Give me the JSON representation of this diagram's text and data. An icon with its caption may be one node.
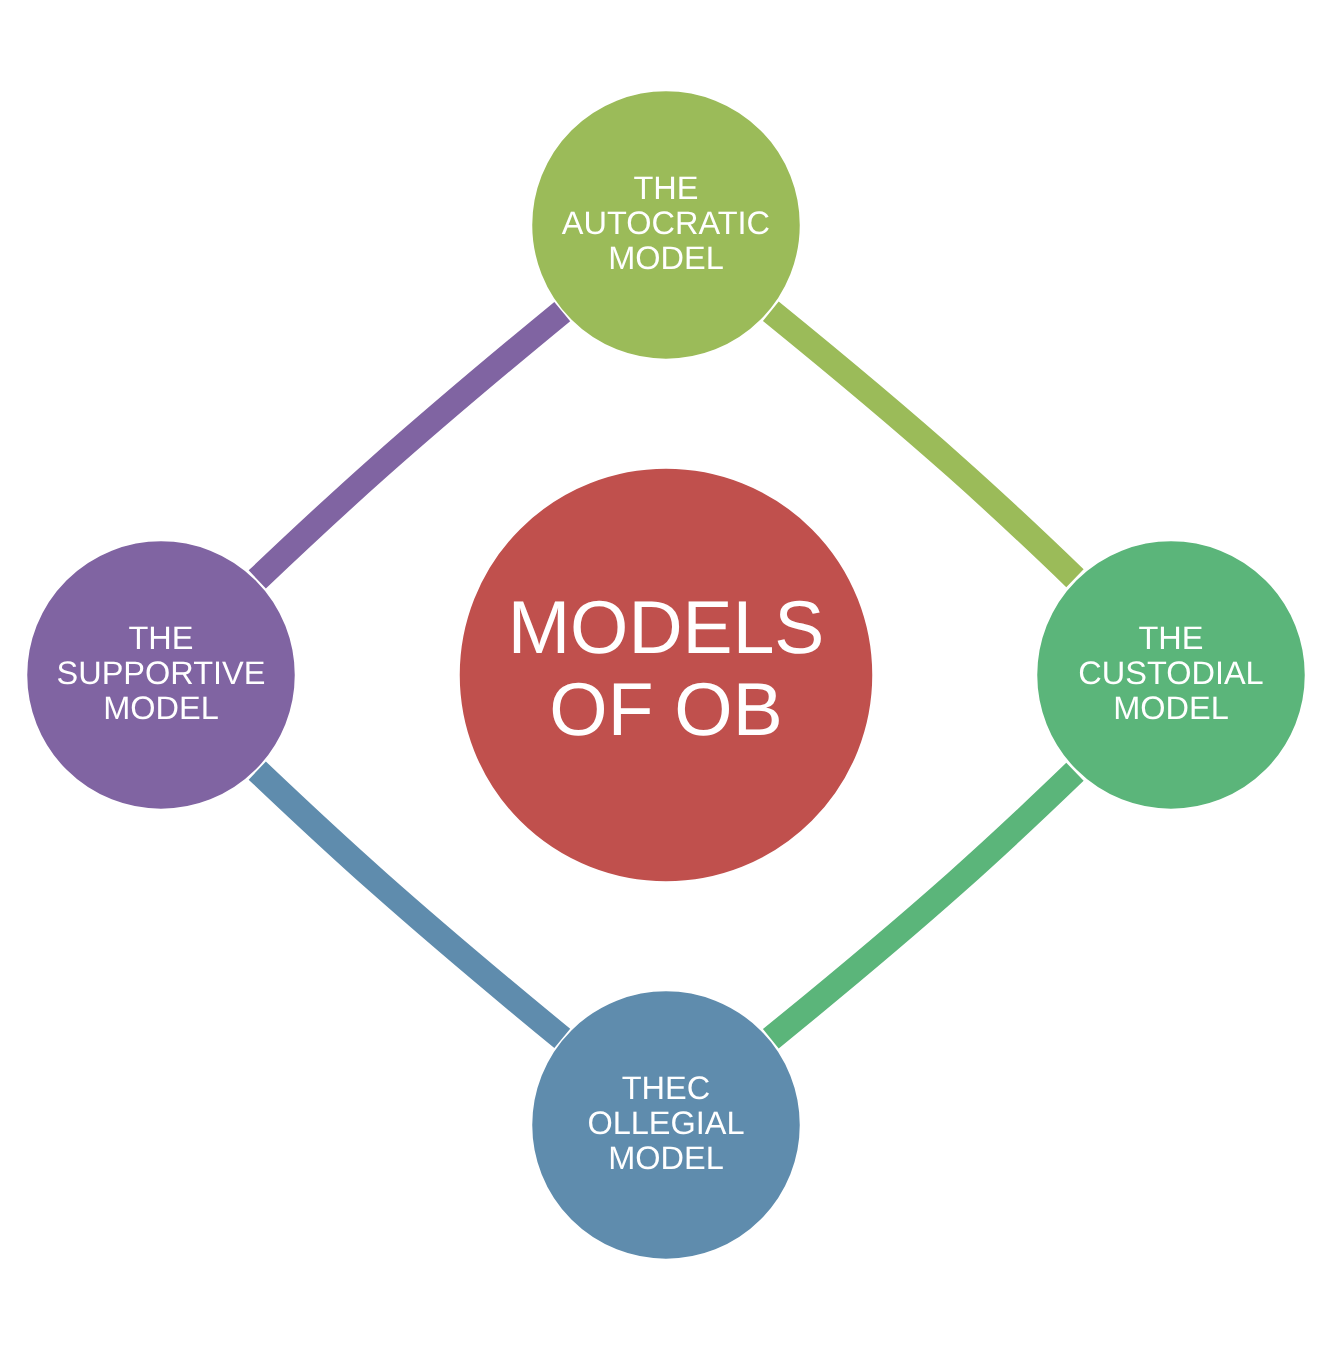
{
  "diagram": {
    "nodes": [
      {
        "text": [
          "MODELS OF OB"
        ]
      },
      {
        "text": [
          "THE AUTOCRATIC MODEL"
        ]
      },
      {
        "text": [
          "THE CUSTODIAL MODEL"
        ]
      },
      {
        "text": [
          "THEC OLLEGIAL MODEL"
        ]
      },
      {
        "text": [
          "THE SUPPORTIVE MODEL"
        ]
      }
    ],
    "edges": [
      {
        "from": 1,
        "to": 2,
        "arrow": "none",
        "color": "#9bbb59"
      },
      {
        "from": 2,
        "to": 3,
        "arrow": "none",
        "color": "#5bb57a"
      },
      {
        "from": 3,
        "to": 4,
        "arrow": "none",
        "color": "#5f8cad"
      },
      {
        "from": 4,
        "to": 1,
        "arrow": "none",
        "color": "#8064a2"
      }
    ]
  }
}
